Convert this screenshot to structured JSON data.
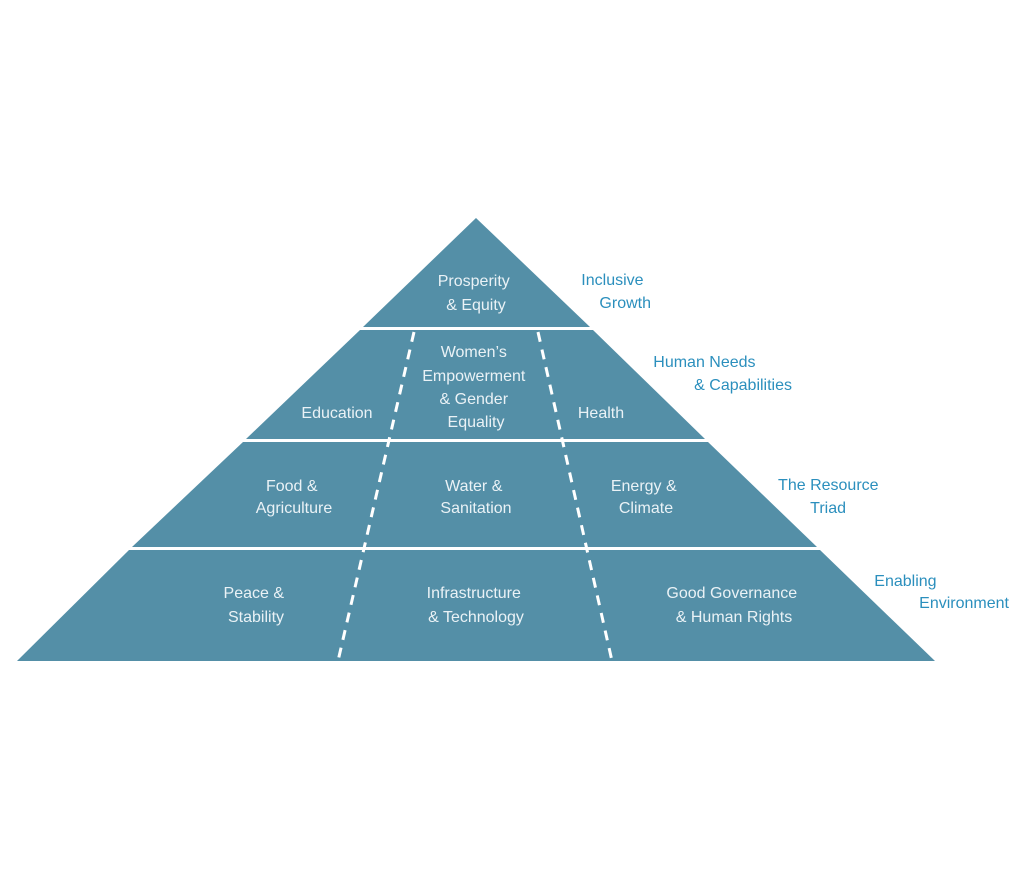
{
  "colors": {
    "pyramid_fill": "#548fa7",
    "cell_text": "#eaf2f6",
    "side_label": "#2b8fbd",
    "background": "#ffffff",
    "divider": "#ffffff"
  },
  "pyramid": {
    "tier1": {
      "cell": "Prosperity & Equity",
      "label": "Inclusive Growth"
    },
    "tier2": {
      "cells": [
        "Education",
        "Women's Empowerment & Gender Equality",
        "Health"
      ],
      "label": "Human Needs & Capabilities"
    },
    "tier3": {
      "cells": [
        "Food & Agriculture",
        "Water & Sanitation",
        "Energy & Climate"
      ],
      "label": "The Resource Triad"
    },
    "tier4": {
      "cells": [
        "Peace & Stability",
        "Infrastructure & Technology",
        "Good Governance & Human Rights"
      ],
      "label": "Enabling Environment"
    }
  }
}
